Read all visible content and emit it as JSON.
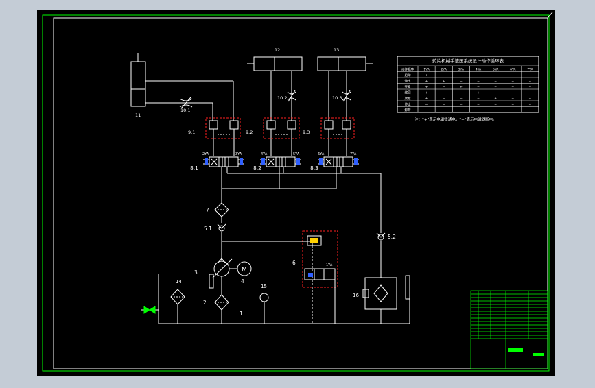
{
  "colors": {
    "window_bg": "#c4ccd6",
    "sheet": "#000000",
    "frame": "#00ff00",
    "line": "#ffffff",
    "highlight": "#ff2020",
    "title_block": "#00ff00"
  },
  "components": {
    "cyl_11": "11",
    "cyl_12": "12",
    "cyl_13": "13",
    "throttle_10_1": "10.1",
    "throttle_10_2": "10.2",
    "throttle_10_3": "10.3",
    "check_9_1": "9.1",
    "check_9_2": "9.2",
    "check_9_3": "9.3",
    "valve_8_1": "8.1",
    "valve_8_2": "8.2",
    "valve_8_3": "8.3",
    "sol_1": "2YA",
    "sol_2": "3YA",
    "sol_3": "4YA",
    "sol_4": "5YA",
    "sol_5": "6YA",
    "sol_6": "7YA",
    "filter_7": "7",
    "check_5_1": "5.1",
    "check_5_2": "5.2",
    "pump_2": "2",
    "pump_3": "3",
    "motor_4": "4",
    "motor_label": "M",
    "relief_6": "6",
    "sol_relief": "1YA",
    "filter_14": "14",
    "gauge_15": "15",
    "tank_1": "1",
    "cooler_16": "16"
  },
  "table": {
    "title": "药片机械手液压系统设计动作循环表",
    "header": [
      "动作顺序",
      "1YA",
      "2YA",
      "3YA",
      "4YA",
      "5YA",
      "6YA",
      "7YA"
    ],
    "rows": [
      [
        "启动",
        "+",
        "−",
        "−",
        "−",
        "−",
        "−",
        "−"
      ],
      [
        "伸出",
        "+",
        "+",
        "−",
        "−",
        "−",
        "−",
        "−"
      ],
      [
        "夹紧",
        "+",
        "−",
        "+",
        "−",
        "−",
        "−",
        "−"
      ],
      [
        "缩回",
        "+",
        "−",
        "−",
        "+",
        "−",
        "−",
        "−"
      ],
      [
        "放松",
        "+",
        "−",
        "−",
        "−",
        "+",
        "−",
        "−"
      ],
      [
        "停止",
        "−",
        "−",
        "−",
        "−",
        "−",
        "+",
        "−"
      ],
      [
        "卸荷",
        "−",
        "−",
        "−",
        "−",
        "−",
        "−",
        "+"
      ]
    ],
    "note": "注：“+”表示电磁铁通电，“−”表示电磁铁断电。"
  }
}
